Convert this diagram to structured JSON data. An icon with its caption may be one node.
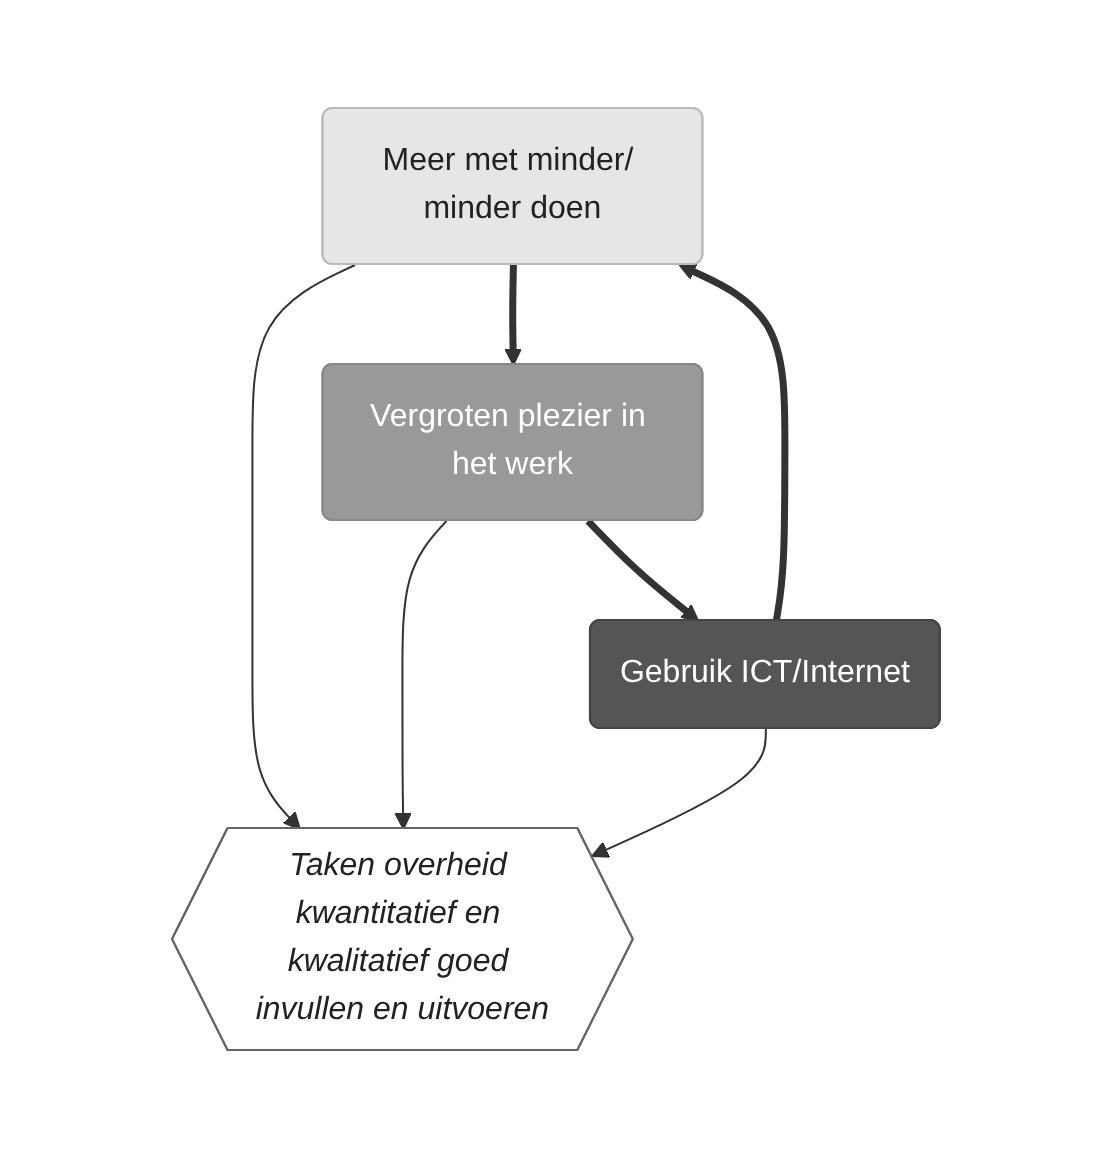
{
  "diagram": {
    "nodes": [
      {
        "text": [
          "Meer met minder/ minder doen"
        ]
      },
      {
        "text": [
          "Vergroten plezier in het werk"
        ]
      },
      {
        "text": [
          "Taken overheid kwantitatief en kwalitatief goed invullen en uitvoeren"
        ]
      },
      {
        "text": [
          "Gebruik ICT/Internet"
        ]
      }
    ],
    "edges": [
      {
        "from": 0,
        "to": 1,
        "arrow": "to",
        "style": "thick"
      },
      {
        "from": 1,
        "to": 3,
        "arrow": "to",
        "style": "thick"
      },
      {
        "from": 3,
        "to": 0,
        "arrow": "to",
        "style": "thick"
      },
      {
        "from": 0,
        "to": 2,
        "arrow": "to"
      },
      {
        "from": 1,
        "to": 2,
        "arrow": "to"
      },
      {
        "from": 3,
        "to": 2,
        "arrow": "to"
      }
    ]
  }
}
